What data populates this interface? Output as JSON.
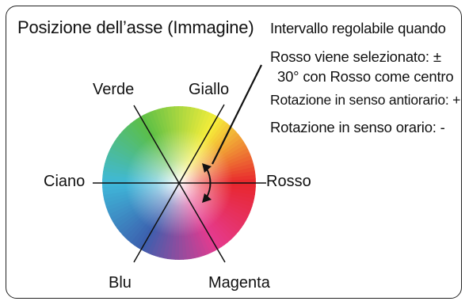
{
  "title": "Posizione dell’asse (Immagine)",
  "notes": [
    "Intervallo regolabile quando",
    "Rosso viene selezionato: ±",
    "30° con Rosso come centro",
    "Rotazione in senso antiorario: +",
    "Rotazione in senso orario: -"
  ],
  "axes": {
    "verde": "Verde",
    "giallo": "Giallo",
    "ciano": "Ciano",
    "rosso": "Rosso",
    "blu": "Blu",
    "magenta": "Magenta"
  },
  "colors": {
    "rosso": "#e8262d",
    "giallo": "#f6ee3a",
    "verde": "#5cbf46",
    "ciano": "#3fb8d9",
    "blu": "#3c5fae",
    "magenta": "#e53a8f"
  }
}
